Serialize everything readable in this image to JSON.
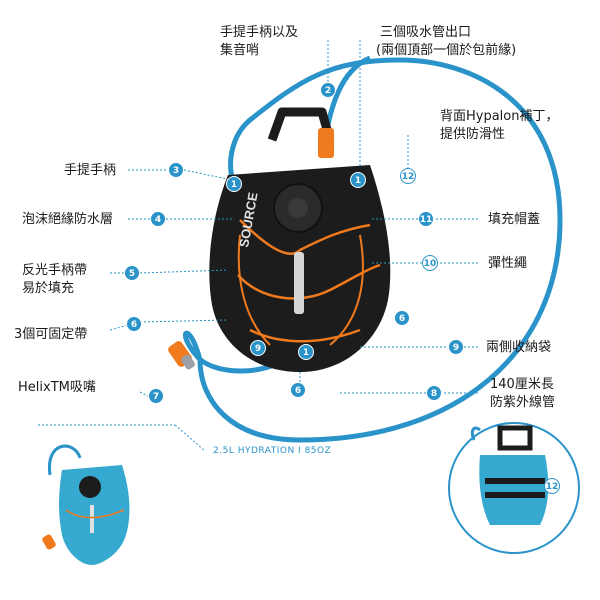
{
  "labels": {
    "top_handle": "手提手柄以及",
    "top_handle_2": "集音哨",
    "outlets": "三個吸水管出口",
    "outlets_2": "(兩個頂部一個於包前緣)",
    "back_patch": "背面Hypalon補丁，",
    "back_patch_2": "提供防滑性",
    "handle": "手提手柄",
    "foam": "泡沫絕緣防水層",
    "fill_cap": "填充帽蓋",
    "reflective": "反光手柄帶",
    "reflective_2": "易於填充",
    "bungee": "彈性繩",
    "straps": "3個可固定帶",
    "side_pockets": "兩側收納袋",
    "mouthpiece": "HelixTM吸嘴",
    "tube": "140厘米長",
    "tube_2": "防紫外線管"
  },
  "badges": {
    "b1": "1",
    "b2": "2",
    "b3": "3",
    "b4": "4",
    "b5": "5",
    "b6": "6",
    "b7": "7",
    "b8": "8",
    "b9": "9",
    "b10": "10",
    "b11": "11",
    "b12": "12"
  },
  "caption": "2.5L HYDRATION  I  85OZ",
  "brand": "SOURCE",
  "colors": {
    "accent": "#2a93c9",
    "orange": "#f07a1e",
    "bag": "#1c1c1c",
    "teal": "#35a9cf"
  }
}
